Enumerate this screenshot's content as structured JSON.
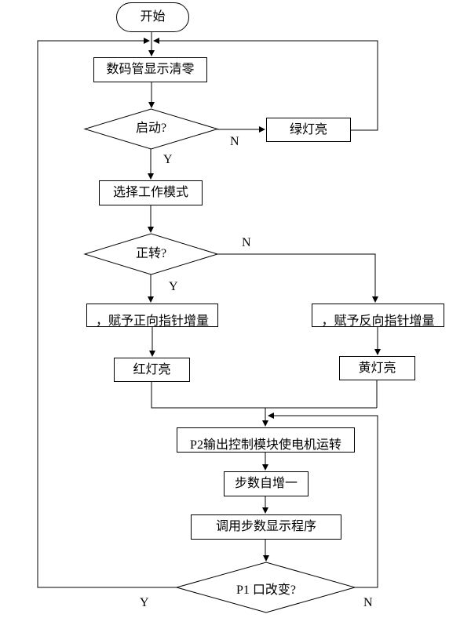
{
  "flowchart": {
    "colors": {
      "line": "#000000",
      "background": "#ffffff",
      "text": "#000000"
    },
    "nodes": {
      "start": {
        "type": "terminator",
        "label": "开始"
      },
      "clear_display": {
        "type": "process",
        "label": "数码管显示清零"
      },
      "start_decision": {
        "type": "decision",
        "label": "启动?"
      },
      "green_light": {
        "type": "process",
        "label": "绿灯亮"
      },
      "select_mode": {
        "type": "process",
        "label": "选择工作模式"
      },
      "forward_decision": {
        "type": "decision",
        "label": "正转?"
      },
      "forward_increment": {
        "type": "process",
        "label": "，赋予正向指针增量"
      },
      "reverse_increment": {
        "type": "process",
        "label": "，赋予反向指针增量"
      },
      "red_light": {
        "type": "process",
        "label": "红灯亮"
      },
      "yellow_light": {
        "type": "process",
        "label": "黄灯亮"
      },
      "motor_run": {
        "type": "process",
        "label": "P2输出控制模块使电机运转"
      },
      "step_increment": {
        "type": "process",
        "label": "步数自增一"
      },
      "call_step_display": {
        "type": "process",
        "label": "调用步数显示程序"
      },
      "p1_decision": {
        "type": "decision",
        "label": "P1 口改变?"
      }
    },
    "branch_labels": {
      "start_no": "N",
      "start_yes": "Y",
      "forward_no": "N",
      "forward_yes": "Y",
      "p1_yes": "Y",
      "p1_no": "N"
    }
  }
}
